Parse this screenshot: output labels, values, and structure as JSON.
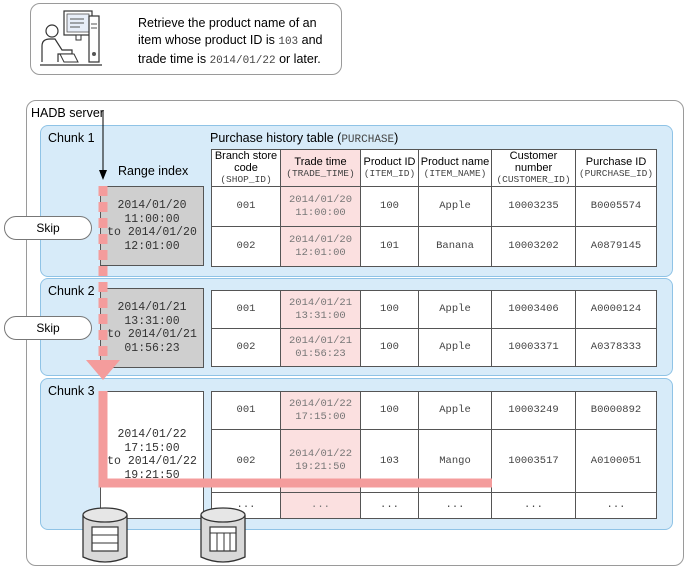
{
  "query": {
    "line1": "Retrieve the product name of an",
    "line2": "item whose product ID is",
    "id_value": "103",
    "line2_end": "and",
    "line3": "trade time is",
    "date_value": "2014/01/22",
    "line3_end": "or later."
  },
  "server_label": "HADB server",
  "table_title": "Purchase history table (",
  "table_name": "PURCHASE",
  "table_title_end": ")",
  "range_index_label": "Range index",
  "skip_label": "Skip",
  "chunks": [
    "Chunk 1",
    "Chunk 2",
    "Chunk 3"
  ],
  "columns": [
    {
      "name": "Branch store code",
      "code": "(SHOP_ID)"
    },
    {
      "name": "Trade time",
      "code": "(TRADE_TIME)"
    },
    {
      "name": "Product ID",
      "code": "(ITEM_ID)"
    },
    {
      "name": "Product name",
      "code": "(ITEM_NAME)"
    },
    {
      "name": "Customer number",
      "code": "(CUSTOMER_ID)"
    },
    {
      "name": "Purchase ID",
      "code": "(PURCHASE_ID)"
    }
  ],
  "ranges": [
    {
      "from_date": "2014/01/20",
      "from_time": "11:00:00",
      "to_prefix": "to",
      "to_date": "2014/01/20",
      "to_time": "12:01:00"
    },
    {
      "from_date": "2014/01/21",
      "from_time": "13:31:00",
      "to_prefix": "to",
      "to_date": "2014/01/21",
      "to_time": "01:56:23"
    },
    {
      "from_date": "2014/01/22",
      "from_time": "17:15:00",
      "to_prefix": "to",
      "to_date": "2014/01/22",
      "to_time": "19:21:50"
    }
  ],
  "rows": [
    {
      "shop": "001",
      "date": "2014/01/20",
      "time": "11:00:00",
      "item": "100",
      "name": "Apple",
      "customer": "10003235",
      "purchase": "B0005574"
    },
    {
      "shop": "002",
      "date": "2014/01/20",
      "time": "12:01:00",
      "item": "101",
      "name": "Banana",
      "customer": "10003202",
      "purchase": "A0879145"
    },
    {
      "shop": "001",
      "date": "2014/01/21",
      "time": "13:31:00",
      "item": "100",
      "name": "Apple",
      "customer": "10003406",
      "purchase": "A0000124"
    },
    {
      "shop": "002",
      "date": "2014/01/21",
      "time": "01:56:23",
      "item": "100",
      "name": "Apple",
      "customer": "10003371",
      "purchase": "A0378333"
    },
    {
      "shop": "001",
      "date": "2014/01/22",
      "time": "17:15:00",
      "item": "100",
      "name": "Apple",
      "customer": "10003249",
      "purchase": "B0000892"
    },
    {
      "shop": "002",
      "date": "2014/01/22",
      "time": "19:21:50",
      "item": "103",
      "name": "Mango",
      "customer": "10003517",
      "purchase": "A0100051"
    }
  ],
  "ellipsis": "...",
  "colors": {
    "chunk_fill": "#d7ebf9",
    "chunk_border": "#8fc3e6",
    "trade_time_column": "#fbe0e0",
    "scan_arrow": "#f49c9c",
    "skipped_range": "#cfcfcf"
  },
  "icons": [
    "user-at-computer-icon",
    "row-store-database-icon",
    "column-store-database-icon"
  ]
}
